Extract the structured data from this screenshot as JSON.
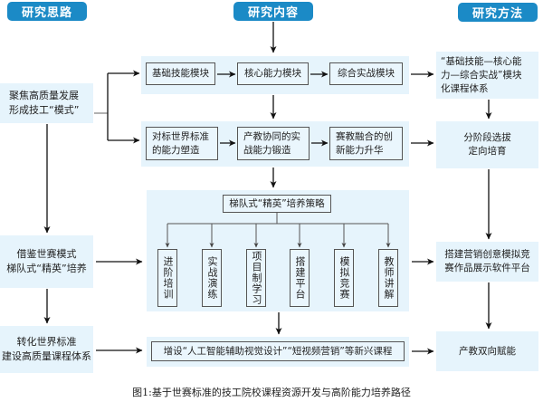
{
  "headers": {
    "research_ideas": "研究思路",
    "research_content": "研究内容",
    "research_methods": "研究方法"
  },
  "left_column": [
    {
      "lines": [
        "聚焦高质量发展",
        "形成技工“模式”"
      ]
    },
    {
      "lines": [
        "借鉴世赛模式",
        "梯队式“精英”培养"
      ]
    },
    {
      "lines": [
        "转化世界标准",
        "建设高质量课程体系"
      ]
    }
  ],
  "content": {
    "row1": [
      "基础技能模块",
      "核心能力模块",
      "综合实战模块"
    ],
    "row2": [
      {
        "lines": [
          "对标世界标准",
          "的能力塑造"
        ]
      },
      {
        "lines": [
          "产教协同的实",
          "战能力锻造"
        ]
      },
      {
        "lines": [
          "赛教融合的创",
          "新能力升华"
        ]
      }
    ],
    "strategy_title": "梯队式“精英”培养策略",
    "strategy_items": [
      "进阶培训",
      "实战演练",
      "项目制学习",
      "搭建平台",
      "模拟竞赛",
      "教师讲解"
    ],
    "row4": "增设“人工智能辅助视觉设计”“短视频营销”等新兴课程"
  },
  "right_column": [
    {
      "lines": [
        "“基础技能—核心能",
        "力—综合实战”模块",
        "化课程体系"
      ]
    },
    {
      "lines": [
        "分阶段选拔",
        "定向培育"
      ]
    },
    {
      "lines": [
        "搭建营销创意模拟竞",
        "赛作品展示软件平台"
      ]
    },
    {
      "lines": [
        "产教双向赋能"
      ]
    }
  ],
  "caption": "图1:基于世赛标准的技工院校课程资源开发与高阶能力培养路径"
}
